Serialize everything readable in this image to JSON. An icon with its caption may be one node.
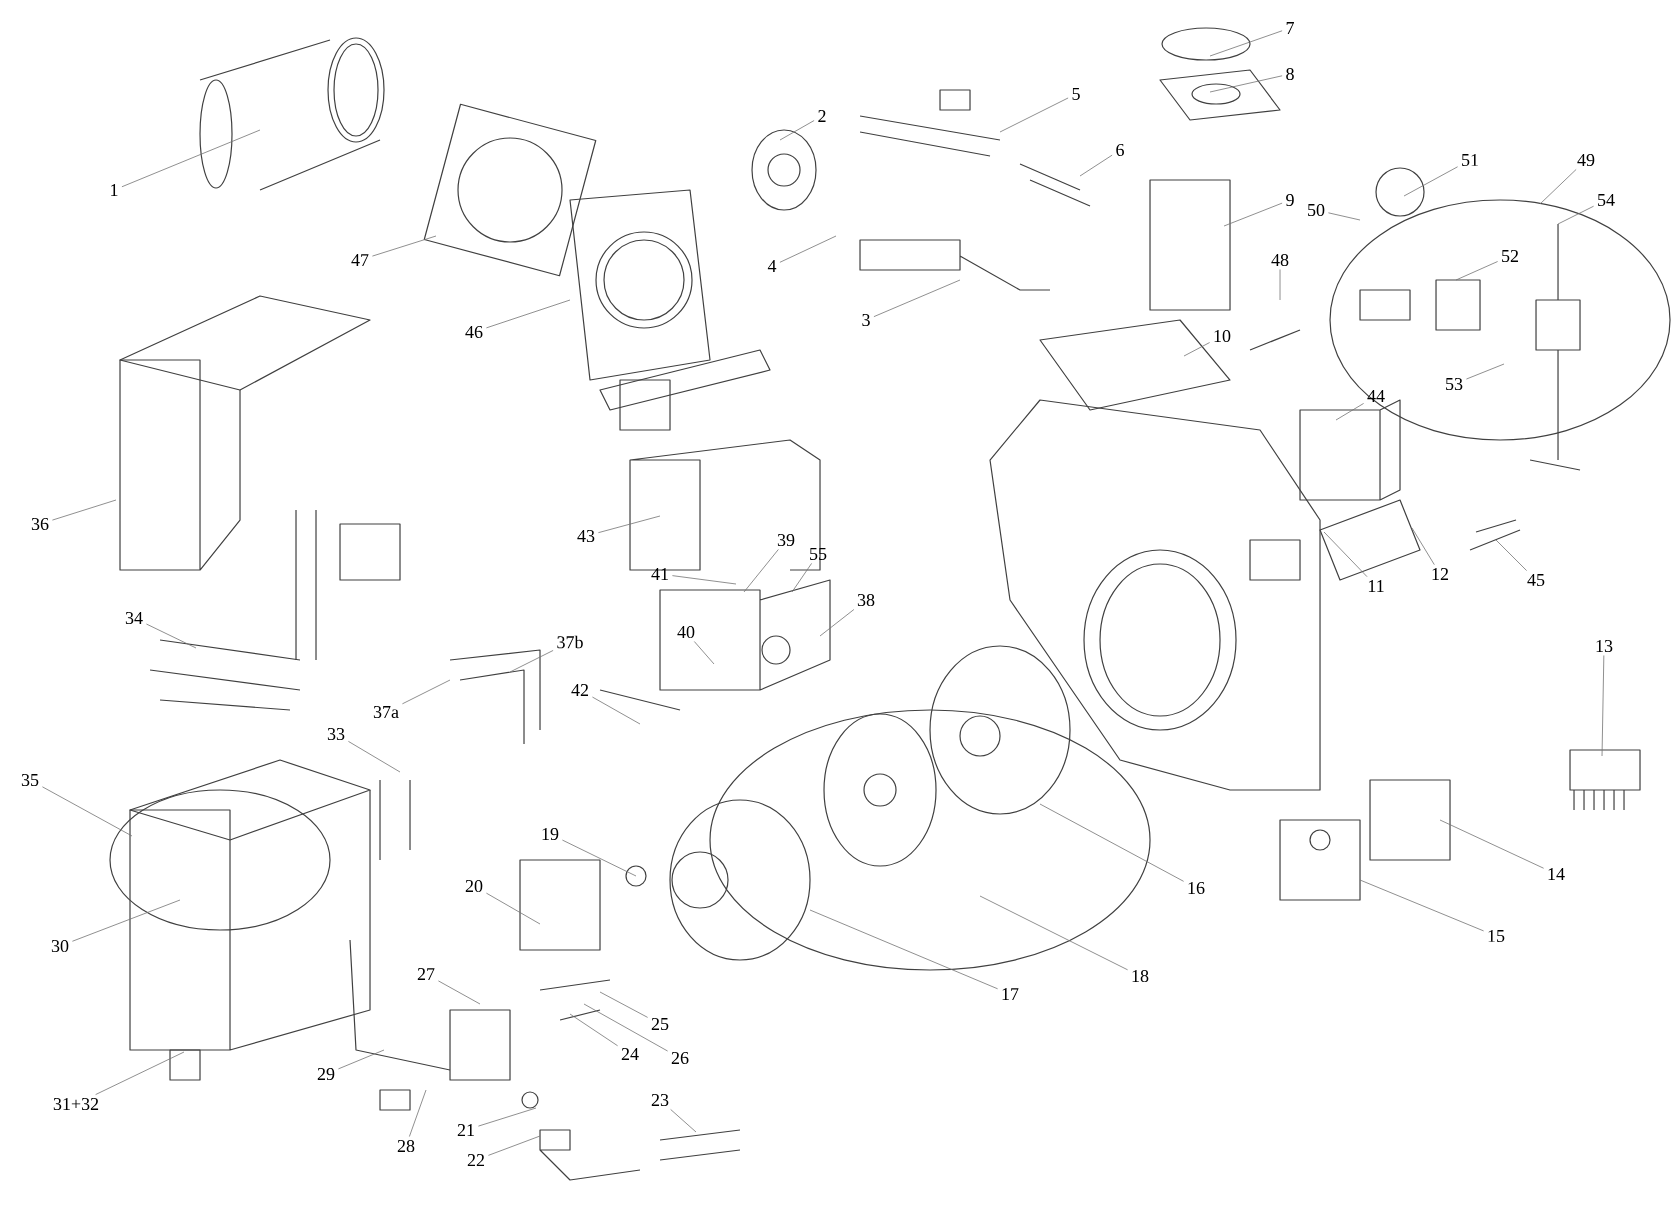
{
  "diagram": {
    "nodes": [
      {
        "text": [
          "1"
        ]
      },
      {
        "text": [
          "2"
        ]
      },
      {
        "text": [
          "47"
        ]
      },
      {
        "text": [
          "4"
        ]
      },
      {
        "text": [
          "46"
        ]
      },
      {
        "text": [
          "5"
        ]
      },
      {
        "text": [
          "6"
        ]
      },
      {
        "text": [
          "7"
        ]
      },
      {
        "text": [
          "8"
        ]
      },
      {
        "text": [
          "3"
        ]
      },
      {
        "text": [
          "9"
        ]
      },
      {
        "text": [
          "10"
        ]
      },
      {
        "text": [
          "48"
        ]
      },
      {
        "text": [
          "51"
        ]
      },
      {
        "text": [
          "49"
        ]
      },
      {
        "text": [
          "50"
        ]
      },
      {
        "text": [
          "54"
        ]
      },
      {
        "text": [
          "52"
        ]
      },
      {
        "text": [
          "53"
        ]
      },
      {
        "text": [
          "44"
        ]
      },
      {
        "text": [
          "36"
        ]
      },
      {
        "text": [
          "43"
        ]
      },
      {
        "text": [
          "39"
        ]
      },
      {
        "text": [
          "55"
        ]
      },
      {
        "text": [
          "41"
        ]
      },
      {
        "text": [
          "40"
        ]
      },
      {
        "text": [
          "38"
        ]
      },
      {
        "text": [
          "11"
        ]
      },
      {
        "text": [
          "12"
        ]
      },
      {
        "text": [
          "45"
        ]
      },
      {
        "text": [
          "34"
        ]
      },
      {
        "text": [
          "37b"
        ]
      },
      {
        "text": [
          "37a"
        ]
      },
      {
        "text": [
          "42"
        ]
      },
      {
        "text": [
          "13"
        ]
      },
      {
        "text": [
          "33"
        ]
      },
      {
        "text": [
          "35"
        ]
      },
      {
        "text": [
          "16"
        ]
      },
      {
        "text": [
          "14"
        ]
      },
      {
        "text": [
          "19"
        ]
      },
      {
        "text": [
          "20"
        ]
      },
      {
        "text": [
          "30"
        ]
      },
      {
        "text": [
          "15"
        ]
      },
      {
        "text": [
          "18"
        ]
      },
      {
        "text": [
          "17"
        ]
      },
      {
        "text": [
          "27"
        ]
      },
      {
        "text": [
          "25"
        ]
      },
      {
        "text": [
          "24"
        ]
      },
      {
        "text": [
          "26"
        ]
      },
      {
        "text": [
          "29"
        ]
      },
      {
        "text": [
          "31+32"
        ]
      },
      {
        "text": [
          "28"
        ]
      },
      {
        "text": [
          "21"
        ]
      },
      {
        "text": [
          "23"
        ]
      },
      {
        "text": [
          "22"
        ]
      }
    ],
    "edges": [
      {
        "from": 0,
        "to": null,
        "arrow": "none"
      },
      {
        "from": 1,
        "to": null,
        "arrow": "none"
      },
      {
        "from": 2,
        "to": null,
        "arrow": "none"
      },
      {
        "from": 3,
        "to": null,
        "arrow": "none"
      },
      {
        "from": 4,
        "to": null,
        "arrow": "none"
      },
      {
        "from": 5,
        "to": null,
        "arrow": "none"
      },
      {
        "from": 6,
        "to": null,
        "arrow": "none"
      },
      {
        "from": 7,
        "to": null,
        "arrow": "none"
      },
      {
        "from": 8,
        "to": null,
        "arrow": "none"
      },
      {
        "from": 9,
        "to": null,
        "arrow": "none"
      },
      {
        "from": 10,
        "to": null,
        "arrow": "none"
      },
      {
        "from": 11,
        "to": null,
        "arrow": "none"
      },
      {
        "from": 12,
        "to": null,
        "arrow": "none"
      },
      {
        "from": 13,
        "to": null,
        "arrow": "none"
      },
      {
        "from": 14,
        "to": null,
        "arrow": "none"
      },
      {
        "from": 15,
        "to": null,
        "arrow": "none"
      },
      {
        "from": 16,
        "to": null,
        "arrow": "none"
      },
      {
        "from": 17,
        "to": null,
        "arrow": "none"
      },
      {
        "from": 18,
        "to": null,
        "arrow": "none"
      },
      {
        "from": 19,
        "to": null,
        "arrow": "none"
      },
      {
        "from": 20,
        "to": null,
        "arrow": "none"
      },
      {
        "from": 21,
        "to": null,
        "arrow": "none"
      },
      {
        "from": 22,
        "to": null,
        "arrow": "none"
      },
      {
        "from": 23,
        "to": null,
        "arrow": "none"
      },
      {
        "from": 24,
        "to": null,
        "arrow": "none"
      },
      {
        "from": 25,
        "to": null,
        "arrow": "none"
      },
      {
        "from": 26,
        "to": null,
        "arrow": "none"
      },
      {
        "from": 27,
        "to": null,
        "arrow": "none"
      },
      {
        "from": 28,
        "to": null,
        "arrow": "none"
      },
      {
        "from": 29,
        "to": null,
        "arrow": "none"
      },
      {
        "from": 30,
        "to": null,
        "arrow": "none"
      },
      {
        "from": 31,
        "to": null,
        "arrow": "none"
      },
      {
        "from": 32,
        "to": null,
        "arrow": "none"
      },
      {
        "from": 33,
        "to": null,
        "arrow": "none"
      },
      {
        "from": 34,
        "to": null,
        "arrow": "none"
      },
      {
        "from": 35,
        "to": null,
        "arrow": "none"
      },
      {
        "from": 36,
        "to": null,
        "arrow": "none"
      },
      {
        "from": 37,
        "to": null,
        "arrow": "none"
      },
      {
        "from": 38,
        "to": null,
        "arrow": "none"
      },
      {
        "from": 39,
        "to": null,
        "arrow": "none"
      },
      {
        "from": 40,
        "to": null,
        "arrow": "none"
      },
      {
        "from": 41,
        "to": null,
        "arrow": "none"
      },
      {
        "from": 42,
        "to": null,
        "arrow": "none"
      },
      {
        "from": 43,
        "to": null,
        "arrow": "none"
      },
      {
        "from": 44,
        "to": null,
        "arrow": "none"
      },
      {
        "from": 45,
        "to": null,
        "arrow": "none"
      },
      {
        "from": 46,
        "to": null,
        "arrow": "none"
      },
      {
        "from": 47,
        "to": null,
        "arrow": "none"
      },
      {
        "from": 48,
        "to": null,
        "arrow": "none"
      },
      {
        "from": 49,
        "to": null,
        "arrow": "none"
      },
      {
        "from": 50,
        "to": null,
        "arrow": "none"
      },
      {
        "from": 51,
        "to": null,
        "arrow": "none"
      },
      {
        "from": 52,
        "to": null,
        "arrow": "none"
      },
      {
        "from": 53,
        "to": null,
        "arrow": "none"
      },
      {
        "from": 54,
        "to": null,
        "arrow": "none"
      }
    ]
  }
}
